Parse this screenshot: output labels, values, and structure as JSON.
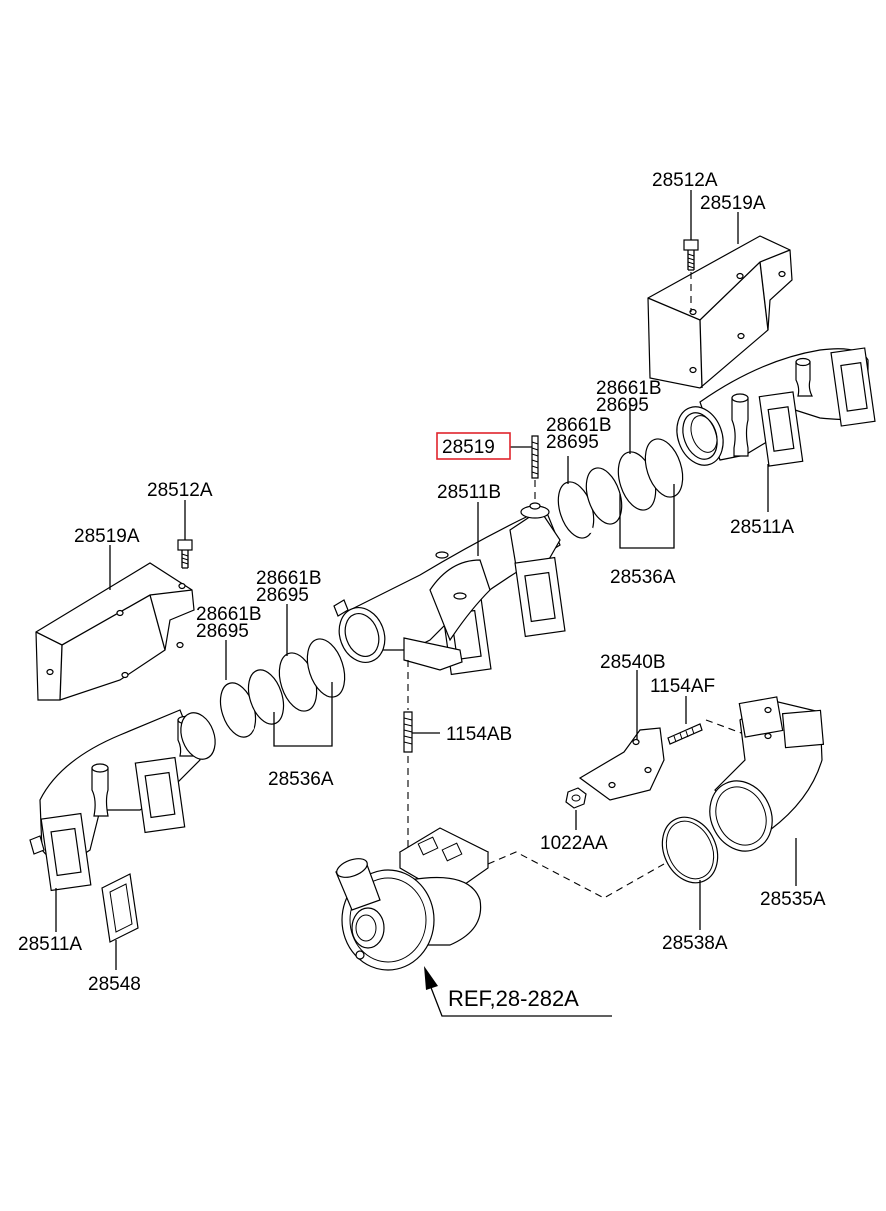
{
  "diagram": {
    "labels": {
      "p28512A_top": "28512A",
      "p28519A_top": "28519A",
      "p28661B_r1": "28661B",
      "p28695_r1": "28695",
      "p28661B_r2": "28661B",
      "p28695_r2": "28695",
      "p28519": "28519",
      "p28511B": "28511B",
      "p28511A_right": "28511A",
      "p28536A_right": "28536A",
      "p28512A_left": "28512A",
      "p28519A_left": "28519A",
      "p28661B_l1": "28661B",
      "p28695_l1": "28695",
      "p28661B_l2": "28661B",
      "p28695_l2": "28695",
      "p1154AB": "1154AB",
      "p28536A_left": "28536A",
      "p28540B": "28540B",
      "p1154AF": "1154AF",
      "p1022AA": "1022AA",
      "p28535A": "28535A",
      "p28538A": "28538A",
      "p28511A_left": "28511A",
      "p28548": "28548",
      "ref": "REF,28-282A"
    },
    "highlight_color": "#e0242c"
  }
}
